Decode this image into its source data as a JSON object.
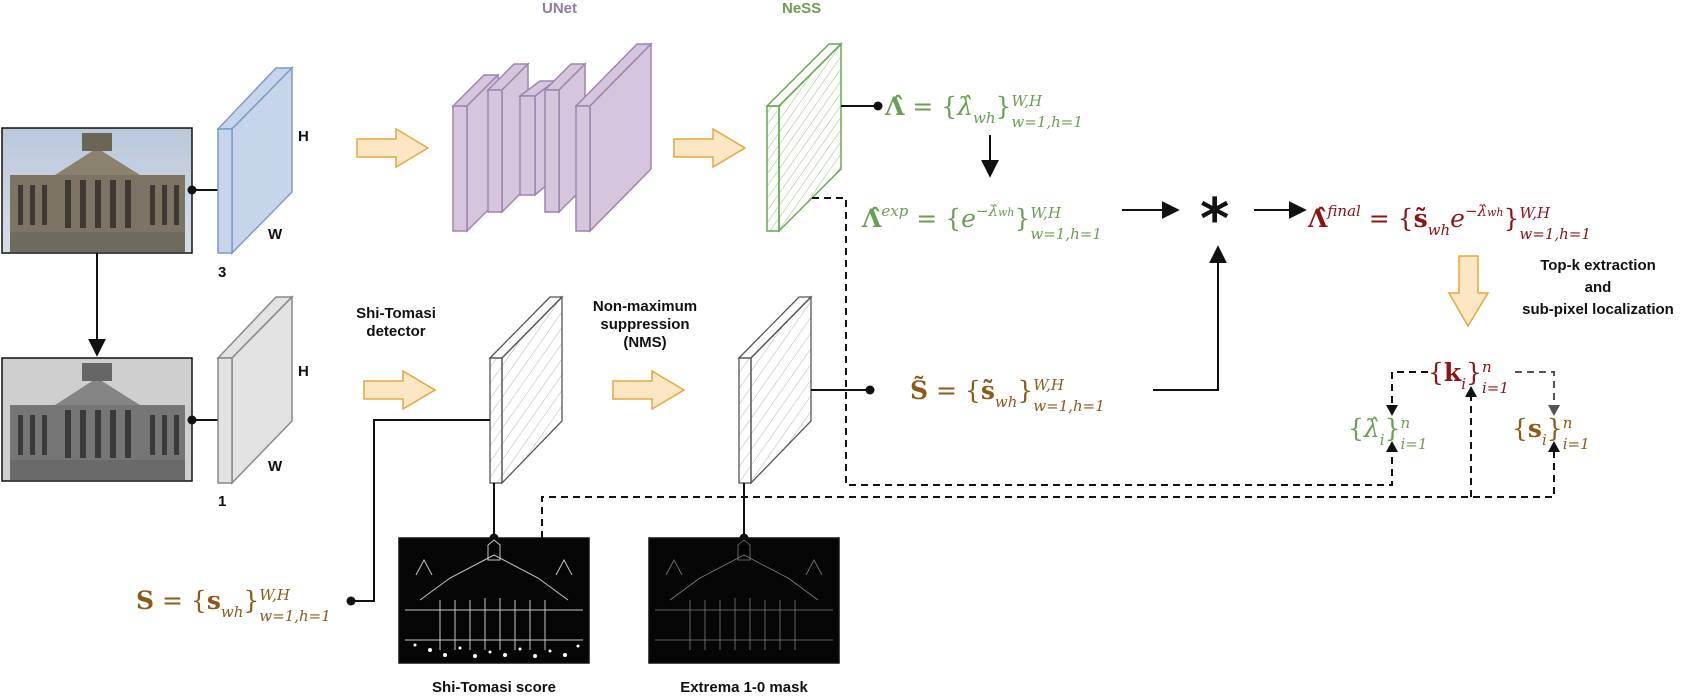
{
  "titles": {
    "unet": "UNet",
    "ness": "NeSS"
  },
  "dims": {
    "rgb_h": "H",
    "rgb_w": "W",
    "rgb_c": "3",
    "gray_h": "H",
    "gray_w": "W",
    "gray_c": "1"
  },
  "labels": {
    "shi_tomasi_detector_1": "Shi-Tomasi",
    "shi_tomasi_detector_2": "detector",
    "nms_1": "Non-maximum",
    "nms_2": "suppression",
    "nms_3": "(NMS)",
    "topk_1": "Top-k extraction",
    "topk_2": "and",
    "topk_3": "sub-pixel localization",
    "shi_tomasi_score": "Shi-Tomasi score",
    "extrema_mask": "Extrema 1-0 mask"
  },
  "formulas": {
    "lambda_hat": {
      "lhs": "Λ̂",
      "eq": " = {",
      "body": "λ̂",
      "sub": "wh",
      "close": "}",
      "sup": "W,H",
      "range": "w=1,h=1"
    },
    "lambda_exp": {
      "lhs": "Λ̂",
      "lhs_sup": "exp",
      "eq": " = {",
      "body": "e",
      "body_sup": "−λ̂",
      "body_sup_sub": "wh",
      "close": "}",
      "sup": "W,H",
      "range": "w=1,h=1"
    },
    "lambda_final": {
      "lhs": "Λ̂",
      "lhs_sup": "final",
      "eq": " = {",
      "body": "s̃",
      "sub": "wh",
      "body2": "e",
      "body2_sup": "−λ̂",
      "body2_sup_sub": "wh",
      "close": "}",
      "sup": "W,H",
      "range": "w=1,h=1"
    },
    "s_tilde": {
      "lhs": "S̃",
      "eq": " = {",
      "body": "s̃",
      "sub": "wh",
      "close": "}",
      "sup": "W,H",
      "range": "w=1,h=1"
    },
    "s": {
      "lhs": "S",
      "eq": " = {",
      "body": "s",
      "sub": "wh",
      "close": "}",
      "sup": "W,H",
      "range": "w=1,h=1"
    },
    "k": {
      "open": "{",
      "body": "k",
      "sub": "i",
      "close": "}",
      "sup": "n",
      "range": "i=1"
    },
    "lambda_i": {
      "open": "{",
      "body": "λ̂",
      "sub": "i",
      "close": "}",
      "sup": "n",
      "range": "i=1"
    },
    "s_i": {
      "open": "{",
      "body": "s",
      "sub": "i",
      "close": "}",
      "sup": "n",
      "range": "i=1"
    }
  },
  "operator": "*",
  "colors": {
    "green": "#6a9f52",
    "brown": "#8b5a1a",
    "red": "#8b1414",
    "unet_fill": "#d5c6dd",
    "unet_stroke": "#9b86ad",
    "rgb_fill": "#c6d5ea",
    "rgb_stroke": "#7a9cc7",
    "gray_fill": "#e3e3e3",
    "arrow_fill": "#fce6c4",
    "arrow_stroke": "#e3a83f"
  },
  "icons": [
    "rgb-photo-icon",
    "grayscale-photo-icon",
    "score-map-icon",
    "mask-map-icon"
  ]
}
